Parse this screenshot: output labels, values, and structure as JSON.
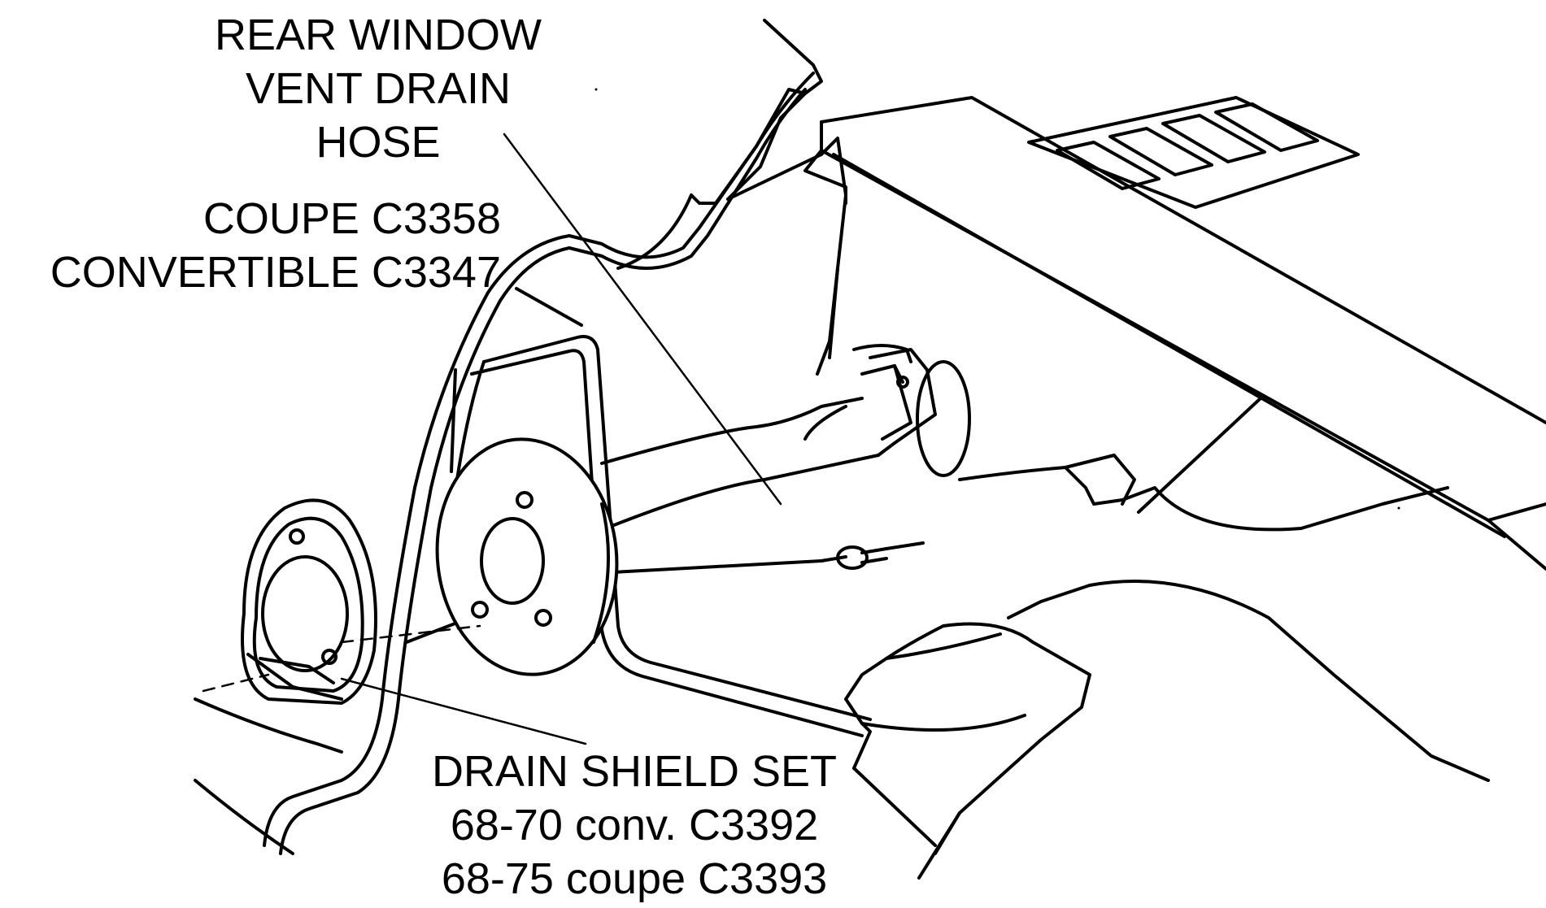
{
  "labels": {
    "hose": {
      "line1": "REAR WINDOW",
      "line2": "VENT DRAIN",
      "line3": "HOSE"
    },
    "hose_parts": {
      "coupe": "COUPE C3358",
      "convertible": "CONVERTIBLE C3347"
    },
    "drain_shield": {
      "title": "DRAIN SHIELD SET",
      "conv": "68-70 conv. C3392",
      "coupe": "68-75 coupe C3393"
    }
  },
  "colors": {
    "ink": "#000000",
    "paper": "#ffffff"
  }
}
